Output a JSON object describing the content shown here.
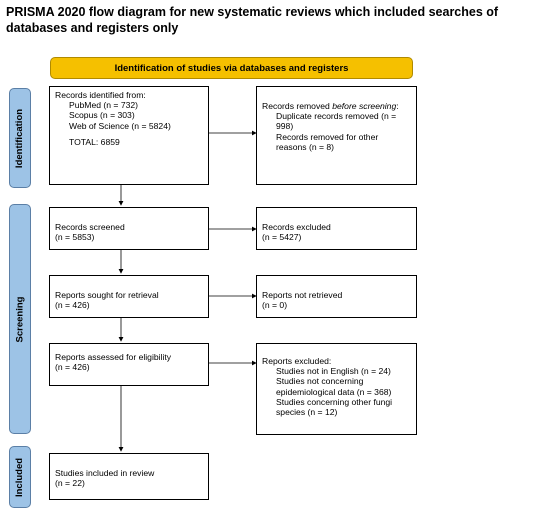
{
  "title": "PRISMA 2020 flow diagram for new systematic reviews which included searches of databases and registers only",
  "banner": "Identification of studies via databases and registers",
  "phases": {
    "identification": "Identification",
    "screening": "Screening",
    "included": "Included"
  },
  "records_identified": {
    "heading": "Records identified from:",
    "pubmed": "PubMed (n = 732)",
    "scopus": "Scopus (n = 303)",
    "wos": "Web of Science (n = 5824)",
    "total": "TOTAL: 6859"
  },
  "records_removed": {
    "heading_prefix": "Records removed ",
    "heading_italic": "before screening",
    "heading_suffix": ":",
    "duplicates": "Duplicate records removed  (n = 998)",
    "other": "Records removed for other reasons (n = 8)"
  },
  "records_screened": {
    "label": "Records screened",
    "n": "(n = 5853)"
  },
  "records_excluded": {
    "label": "Records excluded",
    "n": "(n = 5427)"
  },
  "reports_sought": {
    "label": "Reports sought for retrieval",
    "n": "(n = 426)"
  },
  "reports_not_retrieved": {
    "label": "Reports not retrieved",
    "n": "(n = 0)"
  },
  "reports_assessed": {
    "label": "Reports assessed for eligibility",
    "n": "(n = 426)"
  },
  "reports_excluded": {
    "heading": "Reports excluded:",
    "english": "Studies not in English (n = 24)",
    "epi": "Studies not concerning epidemiological data (n = 368)",
    "fungi": "Studies concerning other fungi species (n = 12)"
  },
  "included": {
    "label": "Studies included in review",
    "n": "(n = 22)"
  }
}
